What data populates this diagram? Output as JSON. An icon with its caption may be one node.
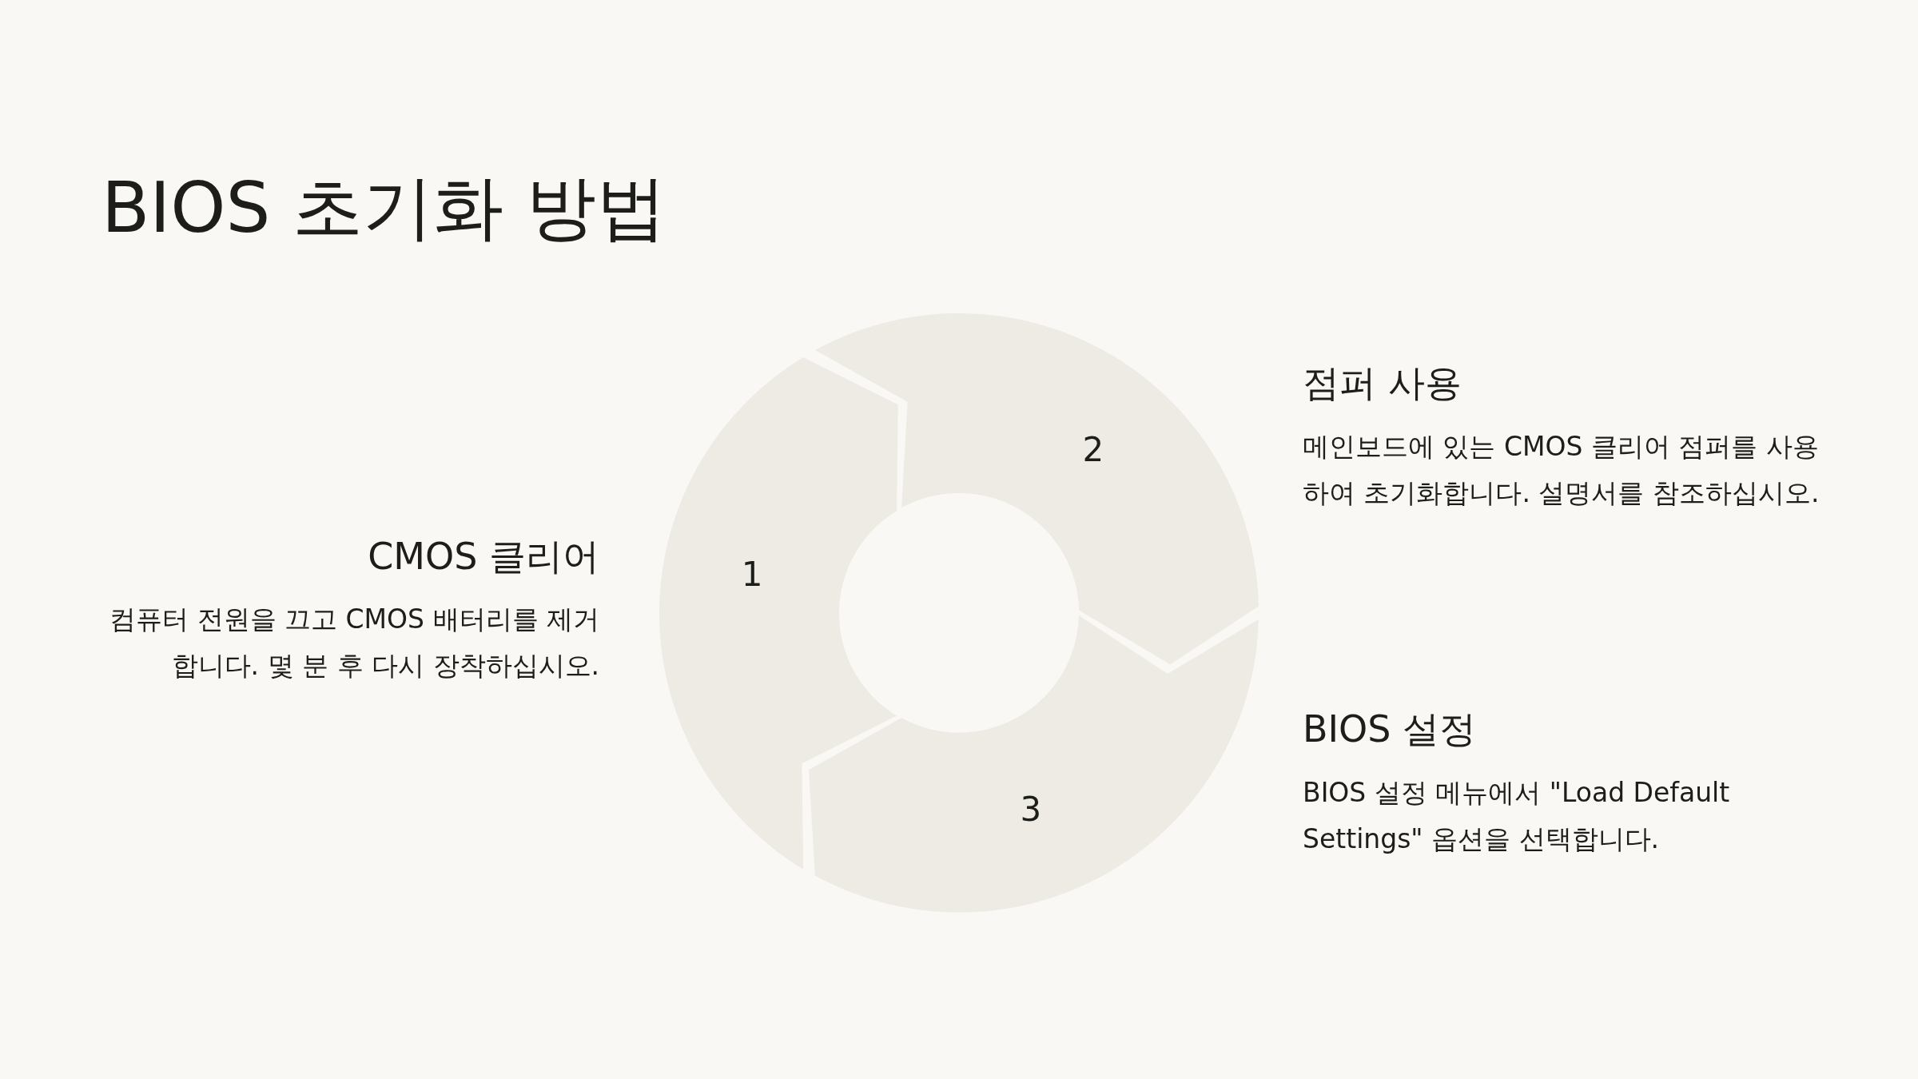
{
  "diagram": {
    "title": "BIOS 초기화 방법",
    "nodes": [
      {
        "text": [
          "1"
        ]
      },
      {
        "text": [
          "2"
        ]
      },
      {
        "text": [
          "3"
        ]
      }
    ],
    "labels": [
      "CMOS 클리어",
      "컴퓨터 전원을 끄고 CMOS 배터리를 제거합니다. 몇 분 후 다시 장착하십시오.",
      "점퍼 사용",
      "메인보드에 있는 CMOS 클리어 점퍼를 사용하여 초기화합니다. 설명서를 참조하십시오.",
      "BIOS 설정",
      "BIOS 설정 메뉴에서 \"Load Default Settings\" 옵션을 선택합니다."
    ]
  }
}
